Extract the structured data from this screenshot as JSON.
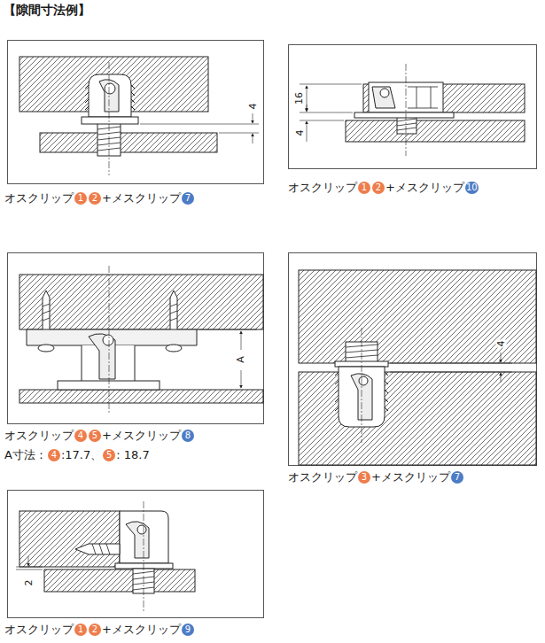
{
  "diagram": {
    "title": "【隙間寸法例】",
    "labels": [
      "オスクリップ",
      "1",
      "2",
      "+メスクリップ",
      "7",
      "4",
      "16",
      "4",
      "オスクリップ",
      "1",
      "2",
      "+メスクリップ",
      "10",
      "A",
      "オスクリップ",
      "4",
      "5",
      "+メスクリップ",
      "8",
      "A寸法：",
      "4",
      ":17.7、",
      "5",
      ": 18.7",
      "4",
      "オスクリップ",
      "3",
      "+メスクリップ",
      "7",
      "2",
      "オスクリップ",
      "1",
      "2",
      "+メスクリップ",
      "9"
    ]
  }
}
